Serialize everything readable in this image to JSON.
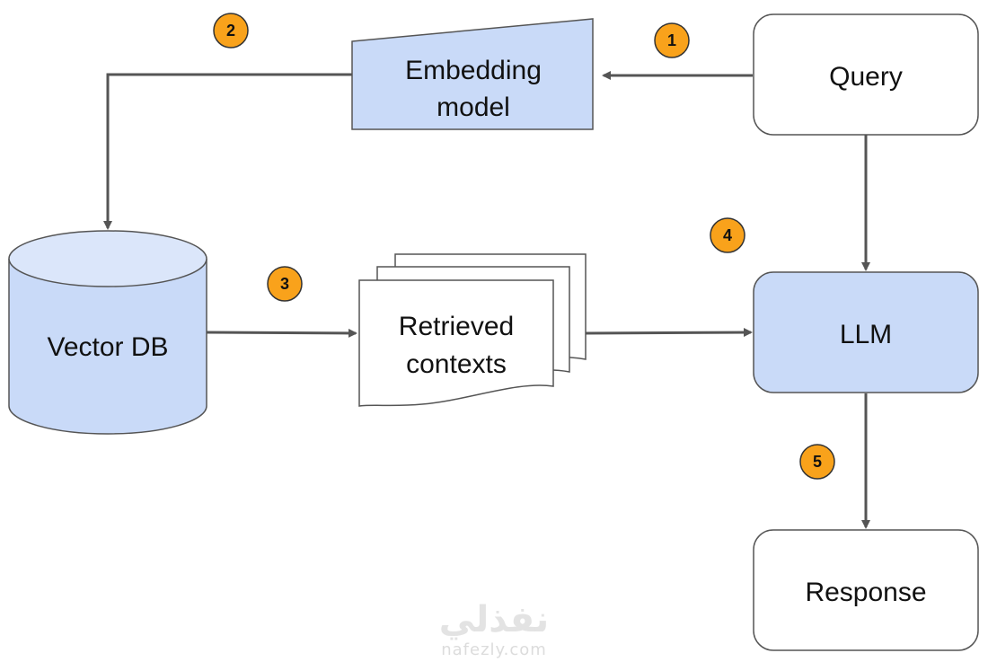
{
  "nodes": {
    "query": "Query",
    "embedding_model": [
      "Embedding",
      "model"
    ],
    "vector_db": "Vector DB",
    "retrieved_contexts": [
      "Retrieved",
      "contexts"
    ],
    "llm": "LLM",
    "response": "Response"
  },
  "steps": [
    "1",
    "2",
    "3",
    "4",
    "5"
  ],
  "watermark": {
    "main": "نفذلي",
    "sub": "nafezly.com"
  },
  "colors": {
    "highlight_fill": "#c9daf8",
    "plain_fill": "#ffffff",
    "stroke": "#555555",
    "arrow": "#555555",
    "badge_fill": "#f9a21b",
    "badge_stroke": "#333333"
  }
}
